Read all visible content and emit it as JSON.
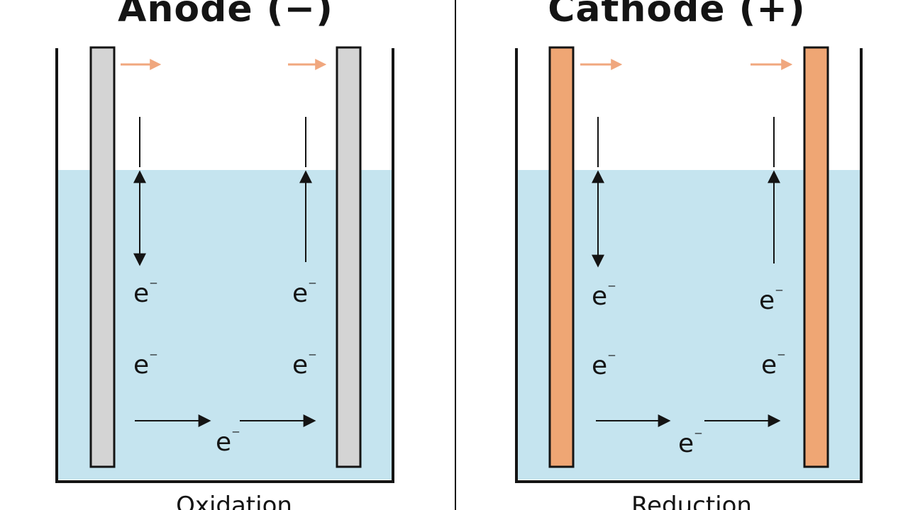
{
  "colors": {
    "solution": "#c5e4ef",
    "ink": "#141414",
    "anode_electrode": "#d4d4d4",
    "cathode_electrode": "#efa674",
    "hint_arrow": "#f0a77e"
  },
  "panels": [
    {
      "id": "anode",
      "title": "Anode (−)",
      "caption": "Oxidation",
      "electron_label": "e"
    },
    {
      "id": "cathode",
      "title": "Cathode (+)",
      "caption": "Reduction",
      "electron_label": "e"
    }
  ]
}
